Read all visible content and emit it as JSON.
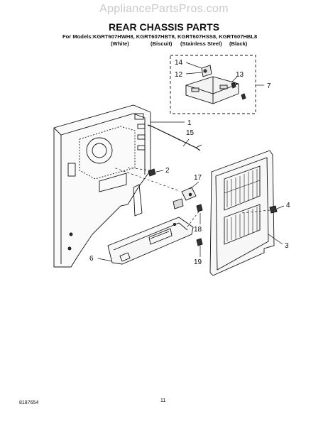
{
  "header": {
    "watermark": "AppliancePartsPros.com",
    "title": "REAR CHASSIS PARTS",
    "models_line": "For Models:KGRT607HWH8, KGRT607HBT8, KGRT607HSS8, KGRT607HBL8",
    "colors": [
      "(White)",
      "(Biscuit)",
      "(Stainless Steel)",
      "(Black)"
    ]
  },
  "callouts": [
    {
      "id": "14",
      "label": "14"
    },
    {
      "id": "12",
      "label": "12"
    },
    {
      "id": "13",
      "label": "13"
    },
    {
      "id": "7",
      "label": "7"
    },
    {
      "id": "1",
      "label": "1"
    },
    {
      "id": "15",
      "label": "15"
    },
    {
      "id": "2",
      "label": "2"
    },
    {
      "id": "17",
      "label": "17"
    },
    {
      "id": "4",
      "label": "4"
    },
    {
      "id": "18",
      "label": "18"
    },
    {
      "id": "3",
      "label": "3"
    },
    {
      "id": "6",
      "label": "6"
    },
    {
      "id": "19",
      "label": "19"
    }
  ],
  "footer": {
    "doc_number": "8187654",
    "page_number": "11"
  }
}
